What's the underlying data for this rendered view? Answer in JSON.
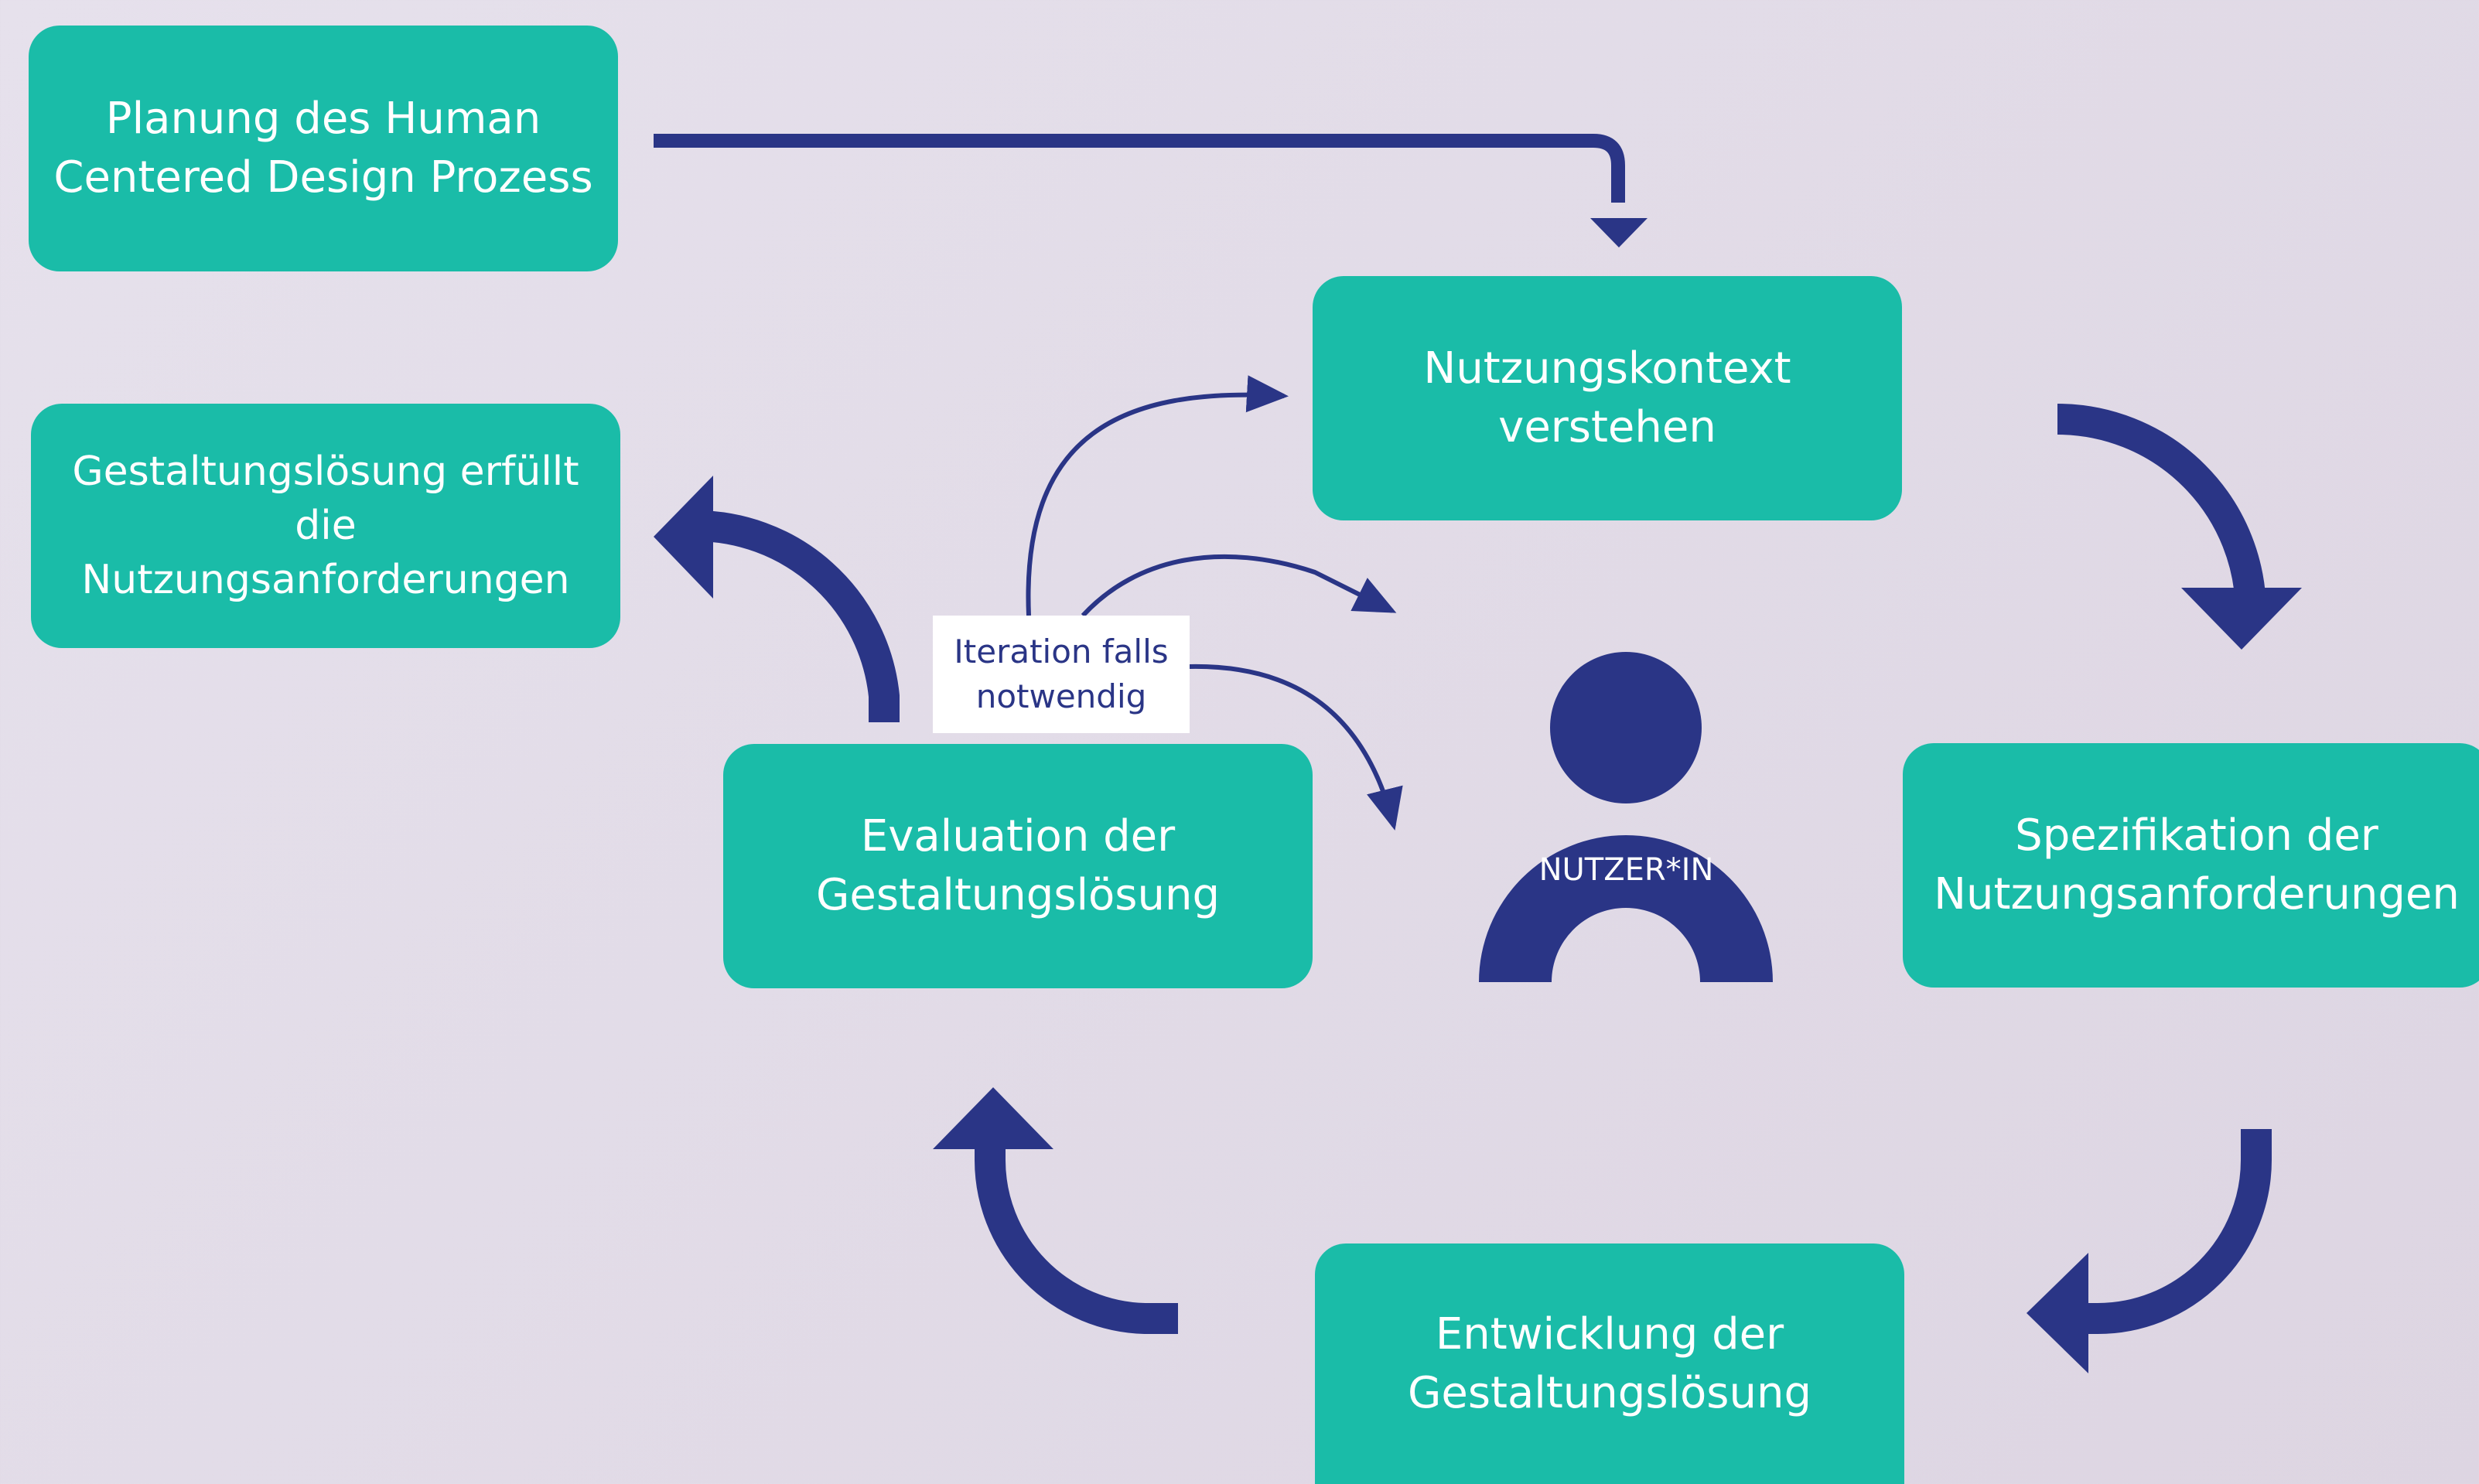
{
  "diagram": {
    "boxes": {
      "planning": "Planung des Human\nCentered Design Prozess",
      "solution": "Gestaltungslösung erfüllt\ndie Nutzungsanforderungen",
      "context": "Nutzungskontext\nverstehen",
      "evaluation": "Evaluation der\nGestaltungslösung",
      "specification": "Spezifikation der\nNutzungsanforderungen",
      "development": "Entwicklung der\nGestaltungslösung"
    },
    "iteration_note": "Iteration falls\nnotwendig",
    "user_label": "NUTZER*IN",
    "icons": [
      "user-icon",
      "arrow-icon"
    ]
  },
  "colors": {
    "box": "#1abca8",
    "arrow": "#2a3586",
    "background": "#e3ddea",
    "text": "#ffffff"
  }
}
